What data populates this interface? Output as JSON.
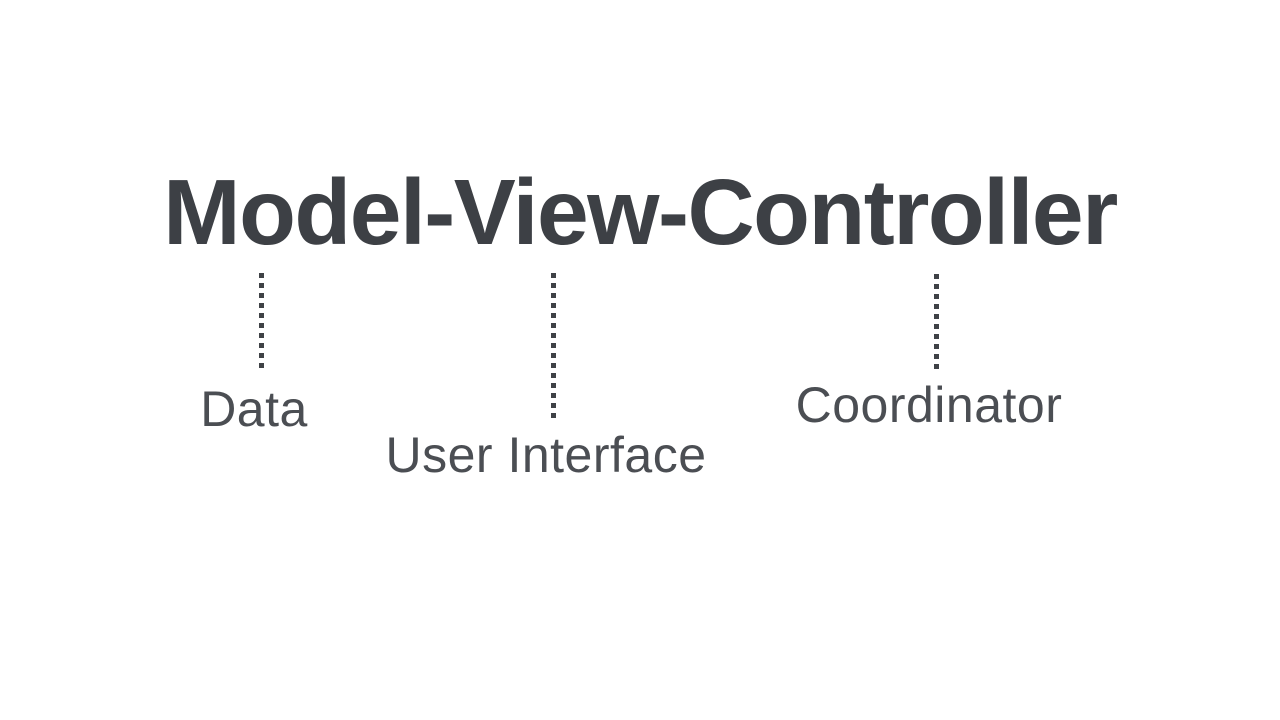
{
  "diagram": {
    "title": "Model-View-Controller",
    "components": [
      {
        "name": "Model",
        "annotation": "Data"
      },
      {
        "name": "View",
        "annotation": "User Interface"
      },
      {
        "name": "Controller",
        "annotation": "Coordinator"
      }
    ]
  },
  "colors": {
    "background": "#ffffff",
    "title_text": "#3d4045",
    "annotation_text": "#4b4e53",
    "connector_dots": "#3f4246"
  }
}
